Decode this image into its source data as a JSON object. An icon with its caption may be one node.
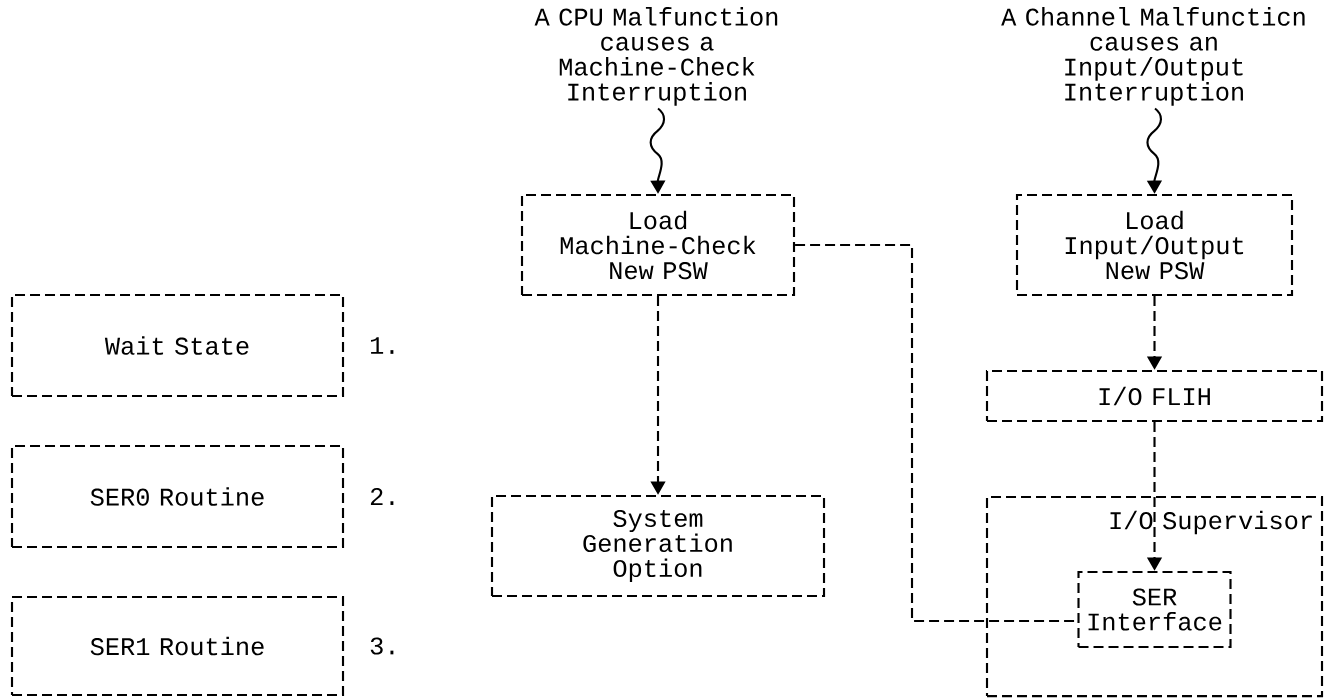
{
  "diagram": {
    "nodes": [
      {
        "text": [
          "A CPU Malfunction causes a Machine-Check Interruption"
        ]
      },
      {
        "text": [
          "A Channel Malfuncticn causes an Input/Output Interruption"
        ]
      },
      {
        "text": [
          "Load Machine-Check New PSW"
        ]
      },
      {
        "text": [
          "Load Input/Output New PSW"
        ]
      },
      {
        "text": [
          "Wait State"
        ],
        "beside": [
          "1."
        ]
      },
      {
        "text": [
          "I/O FLIH"
        ]
      },
      {
        "text": [
          "SER0 Routine"
        ],
        "beside": [
          "2."
        ]
      },
      {
        "text": [
          "System Generation Option"
        ]
      },
      {
        "text": [
          "I/O Supervisor"
        ]
      },
      {
        "text": [
          "SER Interface"
        ],
        "in": 8
      },
      {
        "text": [
          "SER1 Routine"
        ],
        "beside": [
          "3."
        ]
      }
    ],
    "edges": [
      {
        "from": 0,
        "to": 2,
        "arrow": "to"
      },
      {
        "from": 1,
        "to": 3,
        "arrow": "to"
      },
      {
        "from": 2,
        "to": 7,
        "arrow": "to",
        "style": "dashed"
      },
      {
        "from": 2,
        "to": 9,
        "arrow": "none",
        "style": "dashed"
      },
      {
        "from": 3,
        "to": 5,
        "arrow": "to",
        "style": "dashed"
      },
      {
        "from": 5,
        "to": 9,
        "arrow": "to",
        "style": "dashed"
      }
    ]
  }
}
